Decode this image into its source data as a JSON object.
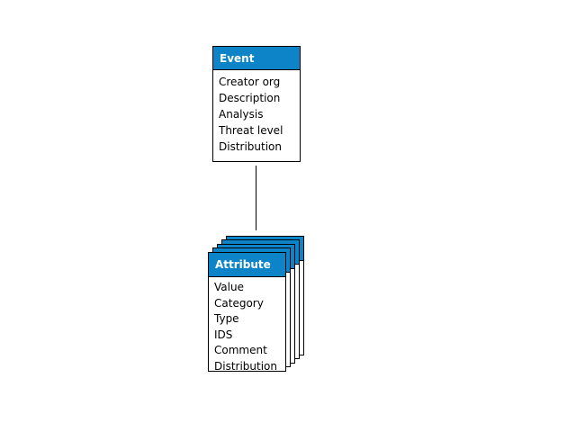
{
  "diagram": {
    "event": {
      "title": "Event",
      "fields": [
        "Creator org",
        "Description",
        "Analysis",
        "Threat level",
        "Distribution"
      ]
    },
    "attribute": {
      "title": "Attribute",
      "stack_count": 5,
      "fields": [
        "Value",
        "Category",
        "Type",
        "IDS",
        "Comment",
        "Distribution"
      ]
    },
    "connector": {
      "type": "line",
      "from": "Event",
      "to": "Attribute"
    },
    "colors": {
      "header_blue": "#0d84c8",
      "border": "#000000",
      "header_text": "#ffffff",
      "body_text": "#000000",
      "background": "#ffffff"
    }
  }
}
